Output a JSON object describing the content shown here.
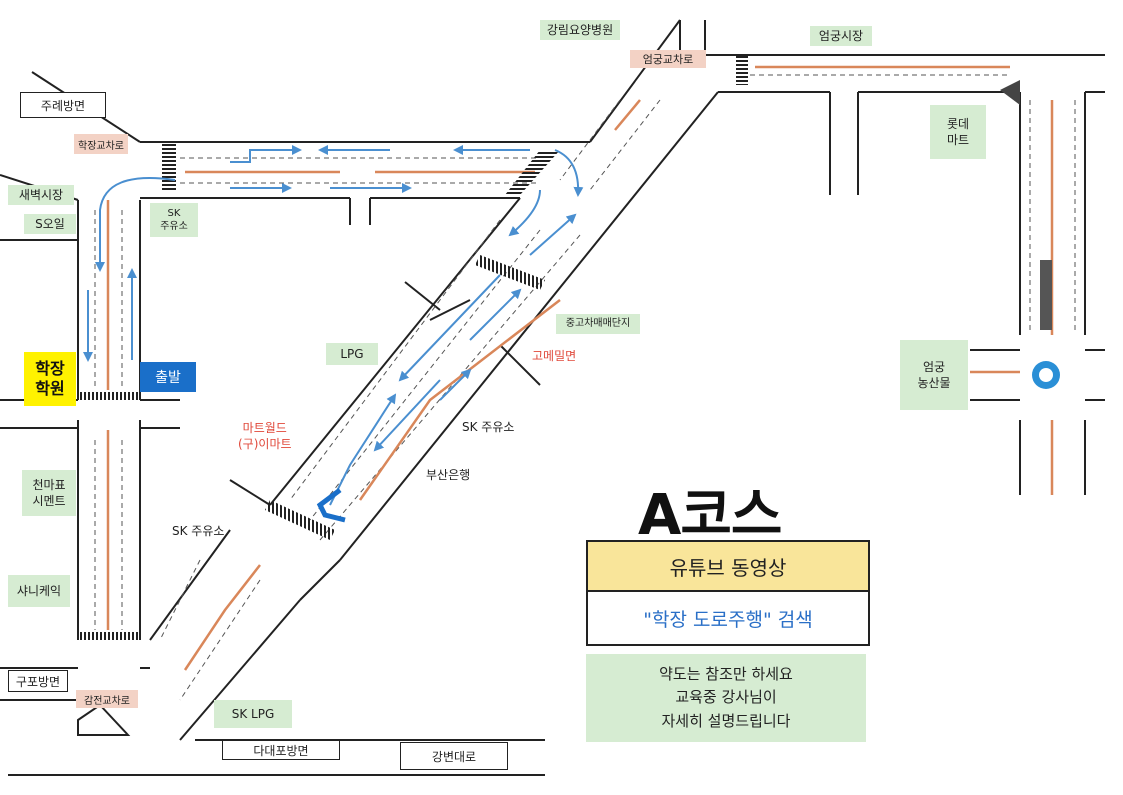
{
  "title": "A코스",
  "youtube": {
    "heading": "유튜브 동영상",
    "search": "\"학장 도로주행\" 검색"
  },
  "note": {
    "line1": "약도는 참조만 하세요",
    "line2": "교육중 강사님이",
    "line3": "자세히 설명드립니다"
  },
  "start": {
    "line1": "학장",
    "line2": "학원"
  },
  "depart": "출발",
  "direction_boxes": {
    "jurye": "주례방면",
    "gupo": "구포방면",
    "dadaepo": "다대포방면",
    "gangbyeon": "강변대로"
  },
  "intersections": {
    "hakjang": "학장교차로",
    "eomgung": "엄궁교차로",
    "gamjeon": "감전교차로"
  },
  "landmarks_green": {
    "gangrim": "강림요양병원",
    "eomgung_market": "엄궁시장",
    "saebyeok": "새벽시장",
    "s_oil": "S오일",
    "sk_station_top_1": "SK",
    "sk_station_top_2": "주유소",
    "lotte_1": "롯데",
    "lotte_2": "마트",
    "lpg": "LPG",
    "used_car": "중고차매매단지",
    "eomgung_farm_1": "엄궁",
    "eomgung_farm_2": "농산물",
    "cheonmapyo_1": "천마표",
    "cheonmapyo_2": "시멘트",
    "shinycake": "샤니케익",
    "sk_lpg": "SK LPG"
  },
  "landmarks_plain": {
    "sk_station_mid": "SK 주유소",
    "busan_bank": "부산은행",
    "sk_station_low": "SK 주유소"
  },
  "landmarks_red": {
    "gomemil": "고메밀면",
    "martworld_1": "마트월드",
    "martworld_2": "(구)이마트"
  },
  "colors": {
    "road": "#222222",
    "route_arrow": "#4a8fd0",
    "center_line": "#d9875a",
    "landmark_bg": "#d6ecd2",
    "intersection_bg": "#f3d2c5",
    "start_bg": "#fff200",
    "depart_bg": "#1a6fc9",
    "youtube_bg": "#f9e59a",
    "youtube_search_text": "#2a6fc7",
    "red_label": "#e0483a",
    "roundabout": "#2a8fd6"
  },
  "icons": [
    "route-arrow-icon",
    "crosswalk-icon",
    "roundabout-icon",
    "u-turn-arrow-icon"
  ]
}
